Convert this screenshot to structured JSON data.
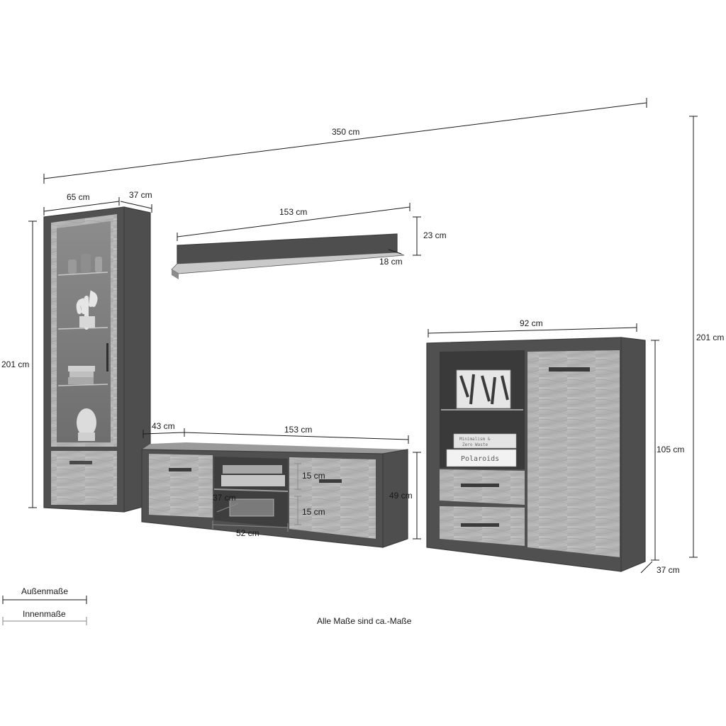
{
  "dimensions": {
    "total_width": "350 cm",
    "vitrine_width": "65 cm",
    "vitrine_depth": "37 cm",
    "vitrine_height": "201 cm",
    "shelf_width": "153 cm",
    "shelf_height": "23 cm",
    "shelf_depth": "18 cm",
    "highboard_width": "92 cm",
    "highboard_height": "105 cm",
    "highboard_depth": "37 cm",
    "set_height": "201 cm",
    "tv_depth": "43 cm",
    "tv_width": "153 cm",
    "tv_height": "49 cm",
    "tv_compartment_height_top": "15 cm",
    "tv_compartment_height_bottom": "15 cm",
    "tv_compartment_depth": "37 cm",
    "tv_compartment_width": "52 cm"
  },
  "legend": {
    "outer_label": "Außenmaße",
    "inner_label": "Innenmaße"
  },
  "note": "Alle Maße sind ca.-Maße",
  "decor": {
    "book_line_1": "Minimalism &",
    "book_line_2": "Zero Waste",
    "book_polaroids": "Polaroids"
  },
  "colors": {
    "frame": "#4a4a4a",
    "oak": "#b7b7b7",
    "dark_panel": "#5a5a5a",
    "glass": "#7a7a7a",
    "background": "#ffffff"
  }
}
